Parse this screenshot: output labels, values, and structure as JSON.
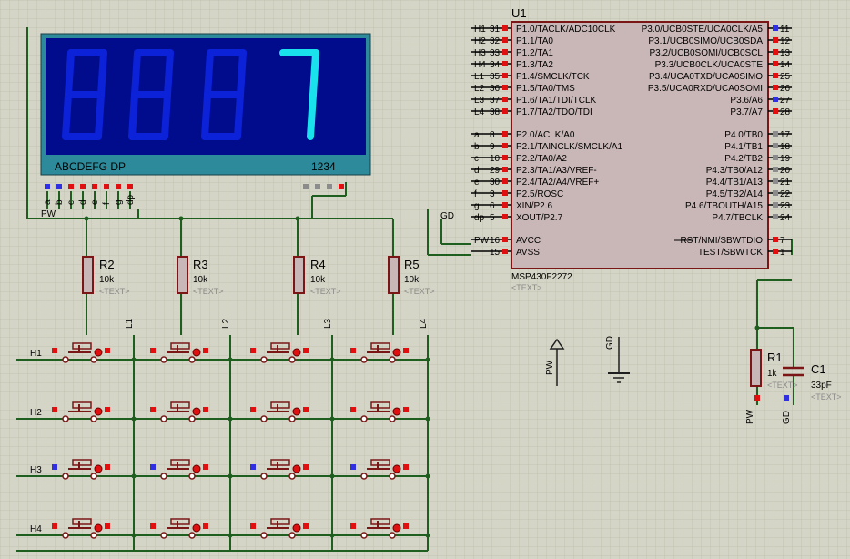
{
  "lcd": {
    "segment_label": "ABCDEFG DP",
    "digit_label": "1234",
    "digits": [
      "8",
      "8",
      "8",
      "7"
    ],
    "active_digit": 4,
    "segment_pins": [
      "a",
      "b",
      "c",
      "d",
      "e",
      "f",
      "g",
      "dp"
    ]
  },
  "mcu": {
    "ref": "U1",
    "part": "MSP430F2272",
    "text": "<TEXT>",
    "left_pins": [
      {
        "net": "H1",
        "num": "31",
        "label": "P1.0/TACLK/ADC10CLK"
      },
      {
        "net": "H2",
        "num": "32",
        "label": "P1.1/TA0"
      },
      {
        "net": "H3",
        "num": "33",
        "label": "P1.2/TA1"
      },
      {
        "net": "H4",
        "num": "34",
        "label": "P1.3/TA2"
      },
      {
        "net": "L1",
        "num": "35",
        "label": "P1.4/SMCLK/TCK"
      },
      {
        "net": "L2",
        "num": "36",
        "label": "P1.5/TA0/TMS"
      },
      {
        "net": "L3",
        "num": "37",
        "label": "P1.6/TA1/TDI/TCLK"
      },
      {
        "net": "L4",
        "num": "38",
        "label": "P1.7/TA2/TDO/TDI"
      },
      {
        "net": "a",
        "num": "8",
        "label": "P2.0/ACLK/A0"
      },
      {
        "net": "b",
        "num": "9",
        "label": "P2.1/TAINCLK/SMCLK/A1"
      },
      {
        "net": "c",
        "num": "10",
        "label": "P2.2/TA0/A2"
      },
      {
        "net": "d",
        "num": "29",
        "label": "P2.3/TA1/A3/VREF-"
      },
      {
        "net": "e",
        "num": "30",
        "label": "P2.4/TA2/A4/VREF+"
      },
      {
        "net": "f",
        "num": "3",
        "label": "P2.5/ROSC"
      },
      {
        "net": "g",
        "num": "6",
        "label": "XIN/P2.6"
      },
      {
        "net": "dp",
        "num": "5",
        "label": "XOUT/P2.7"
      },
      {
        "net": "PW",
        "num": "16",
        "label": "AVCC"
      },
      {
        "net": "",
        "num": "15",
        "label": "AVSS"
      }
    ],
    "right_pins": [
      {
        "num": "11",
        "label": "P3.0/UCB0STE/UCA0CLK/A5"
      },
      {
        "num": "12",
        "label": "P3.1/UCB0SIMO/UCB0SDA"
      },
      {
        "num": "13",
        "label": "P3.2/UCB0SOMI/UCB0SCL"
      },
      {
        "num": "14",
        "label": "P3.3/UCB0CLK/UCA0STE"
      },
      {
        "num": "25",
        "label": "P3.4/UCA0TXD/UCA0SIMO"
      },
      {
        "num": "26",
        "label": "P3.5/UCA0RXD/UCA0SOMI"
      },
      {
        "num": "27",
        "label": "P3.6/A6"
      },
      {
        "num": "28",
        "label": "P3.7/A7"
      },
      {
        "num": "17",
        "label": "P4.0/TB0"
      },
      {
        "num": "18",
        "label": "P4.1/TB1"
      },
      {
        "num": "19",
        "label": "P4.2/TB2"
      },
      {
        "num": "20",
        "label": "P4.3/TB0/A12"
      },
      {
        "num": "21",
        "label": "P4.4/TB1/A13"
      },
      {
        "num": "22",
        "label": "P4.5/TB2/A14"
      },
      {
        "num": "23",
        "label": "P4.6/TBOUTH/A15"
      },
      {
        "num": "24",
        "label": "P4.7/TBCLK"
      },
      {
        "num": "7",
        "label": "RST/NMI/SBWTDIO"
      },
      {
        "num": "1",
        "label": "TEST/SBWTCK"
      }
    ],
    "rst_overbar": "RST"
  },
  "resistors": [
    {
      "ref": "R2",
      "value": "10k",
      "text": "<TEXT>"
    },
    {
      "ref": "R3",
      "value": "10k",
      "text": "<TEXT>"
    },
    {
      "ref": "R4",
      "value": "10k",
      "text": "<TEXT>"
    },
    {
      "ref": "R5",
      "value": "10k",
      "text": "<TEXT>"
    },
    {
      "ref": "R1",
      "value": "1k",
      "text": "<TEXT>"
    }
  ],
  "capacitor": {
    "ref": "C1",
    "value": "33pF",
    "text": "<TEXT>"
  },
  "keypad": {
    "rows": [
      "H1",
      "H2",
      "H3",
      "H4"
    ],
    "cols": [
      "L1",
      "L2",
      "L3",
      "L4"
    ]
  },
  "nets": {
    "pw": "PW",
    "gd": "GD"
  },
  "colors": {
    "background": "#d5d5c7",
    "grid": "#c2c2b3",
    "wire": "#1e5e1e",
    "component": "#7a1616",
    "body_fill": "#c9b7b7",
    "lcd_frame": "#2d8a9a",
    "lcd_bg": "#000c8c",
    "lcd_off_segment": "#0c22d8",
    "lcd_on_segment": "#19e2ec",
    "pin_red": "#e01010",
    "pin_blue": "#3030e0",
    "pin_gray": "#8c8c8c"
  }
}
